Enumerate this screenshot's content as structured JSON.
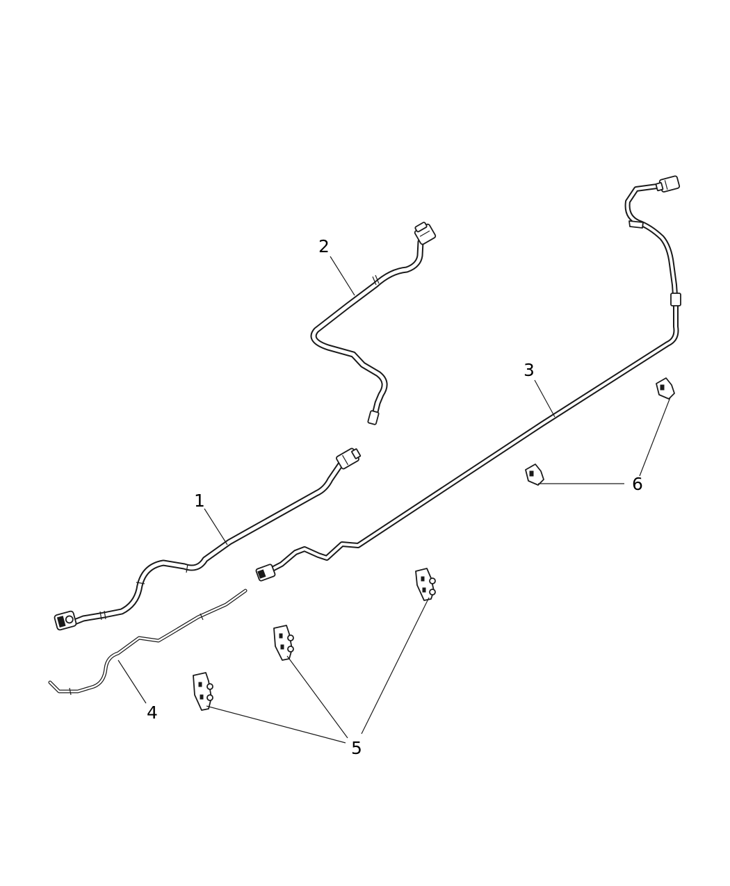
{
  "diagram": {
    "callouts": [
      {
        "id": "1",
        "label": "1"
      },
      {
        "id": "2",
        "label": "2"
      },
      {
        "id": "3",
        "label": "3"
      },
      {
        "id": "4",
        "label": "4"
      },
      {
        "id": "5",
        "label": "5"
      },
      {
        "id": "6",
        "label": "6"
      }
    ],
    "colors": {
      "line": "#1a1a1a",
      "background": "#ffffff"
    }
  }
}
